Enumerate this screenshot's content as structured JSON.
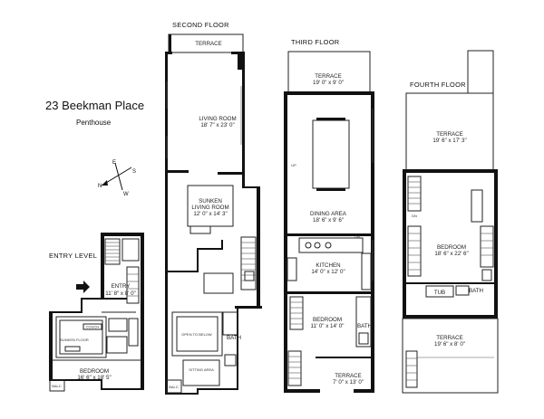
{
  "title": "23 Beekman Place",
  "subtitle": "Penthouse",
  "compass": {
    "n": "N",
    "s": "S",
    "e": "E",
    "w": "W"
  },
  "floors": {
    "entry": "ENTRY LEVEL",
    "second": "SECOND FLOOR",
    "third": "THIRD FLOOR",
    "fourth": "FOURTH FLOOR"
  },
  "rooms": {
    "entry": {
      "name": "ENTRY",
      "dims": "11' 8\" x 8' 0\""
    },
    "bedroom_entry": {
      "name": "BEDROOM",
      "dims": "16' 6\" x 18' 5\""
    },
    "sunken_floor": "SUNKEN FLOOR",
    "couch": "COUCH",
    "balc_entry": "BALC.",
    "terrace_2": "TERRACE",
    "living_room": {
      "name": "LIVING ROOM",
      "dims": "18' 7\" x 23' 0\""
    },
    "sunken_living": {
      "name": "SUNKEN",
      "name2": "LIVING ROOM",
      "dims": "12' 0\" x 14' 3\""
    },
    "bath_2": "BATH",
    "open_to_below": "OPEN TO BELOW",
    "sitting_area": "SITTING AREA",
    "balc_2": "BALC.",
    "terrace_3_top": {
      "name": "TERRACE",
      "dims": "19' 0\" x 9' 0\""
    },
    "dining_area": {
      "name": "DINING AREA",
      "dims": "18' 6\" x 9' 6\""
    },
    "kitchen": {
      "name": "KITCHEN",
      "dims": "14' 0\" x 12' 0\""
    },
    "bedroom_3": {
      "name": "BEDROOM",
      "dims": "11' 0\" x 14' 0\""
    },
    "bath_3": "BATH",
    "terrace_3_bottom": {
      "name": "TERRACE",
      "dims": "7' 0\" x 13' 0\""
    },
    "terrace_4_top": {
      "name": "TERRACE",
      "dims": "19' 6\" x 17' 3\""
    },
    "bedroom_4": {
      "name": "BEDROOM",
      "dims": "18' 6\" x 22' 6\""
    },
    "tub": "TUB",
    "bath_4": "BATH",
    "terrace_4_bottom": {
      "name": "TERRACE",
      "dims": "19' 6\" x 8' 0\""
    },
    "dn": "DN",
    "up": "UP"
  }
}
